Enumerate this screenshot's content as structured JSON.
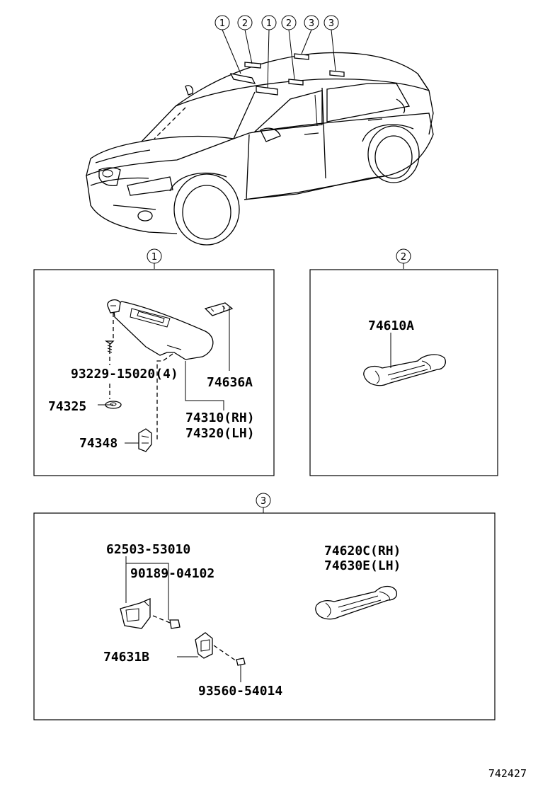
{
  "callouts_top": [
    "1",
    "2",
    "1",
    "2",
    "3",
    "3"
  ],
  "panel1": {
    "marker": "1",
    "parts": {
      "screw": "93229-15020(4)",
      "clip": "74325",
      "holder": "74348",
      "retainer": "74636A",
      "visor_rh": "74310(RH)",
      "visor_lh": "74320(LH)"
    }
  },
  "panel2": {
    "marker": "2",
    "parts": {
      "grip": "74610A"
    }
  },
  "panel3": {
    "marker": "3",
    "parts": {
      "bracket": "62503-53010",
      "bolt": "90189-04102",
      "cover": "74631B",
      "screw": "93560-54014",
      "grip_rh": "74620C(RH)",
      "grip_lh": "74630E(LH)"
    }
  },
  "figure_code": "742427"
}
